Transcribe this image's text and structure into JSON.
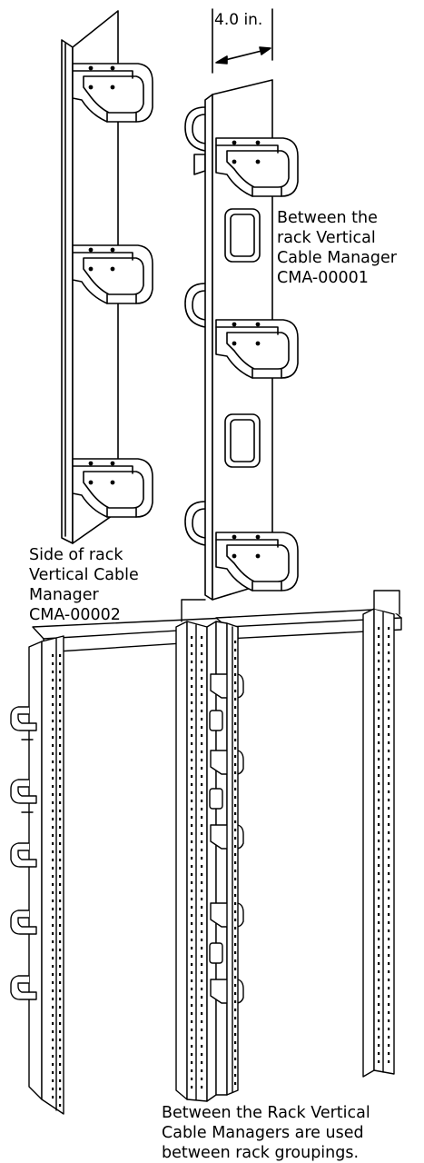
{
  "dimension_label": "4.0 in.",
  "callouts": {
    "between_rack": {
      "lines": [
        "Between the",
        "rack Vertical",
        "Cable Manager",
        "CMA-00001"
      ]
    },
    "side_of_rack": {
      "lines": [
        "Side of rack",
        "Vertical Cable",
        "Manager",
        "CMA-00002"
      ]
    },
    "usage_note": {
      "lines": [
        "Between the Rack Vertical",
        "Cable Managers are used",
        "between rack groupings."
      ]
    }
  },
  "colors": {
    "line": "#000000",
    "fill": "#ffffff",
    "hole": "#000000"
  }
}
